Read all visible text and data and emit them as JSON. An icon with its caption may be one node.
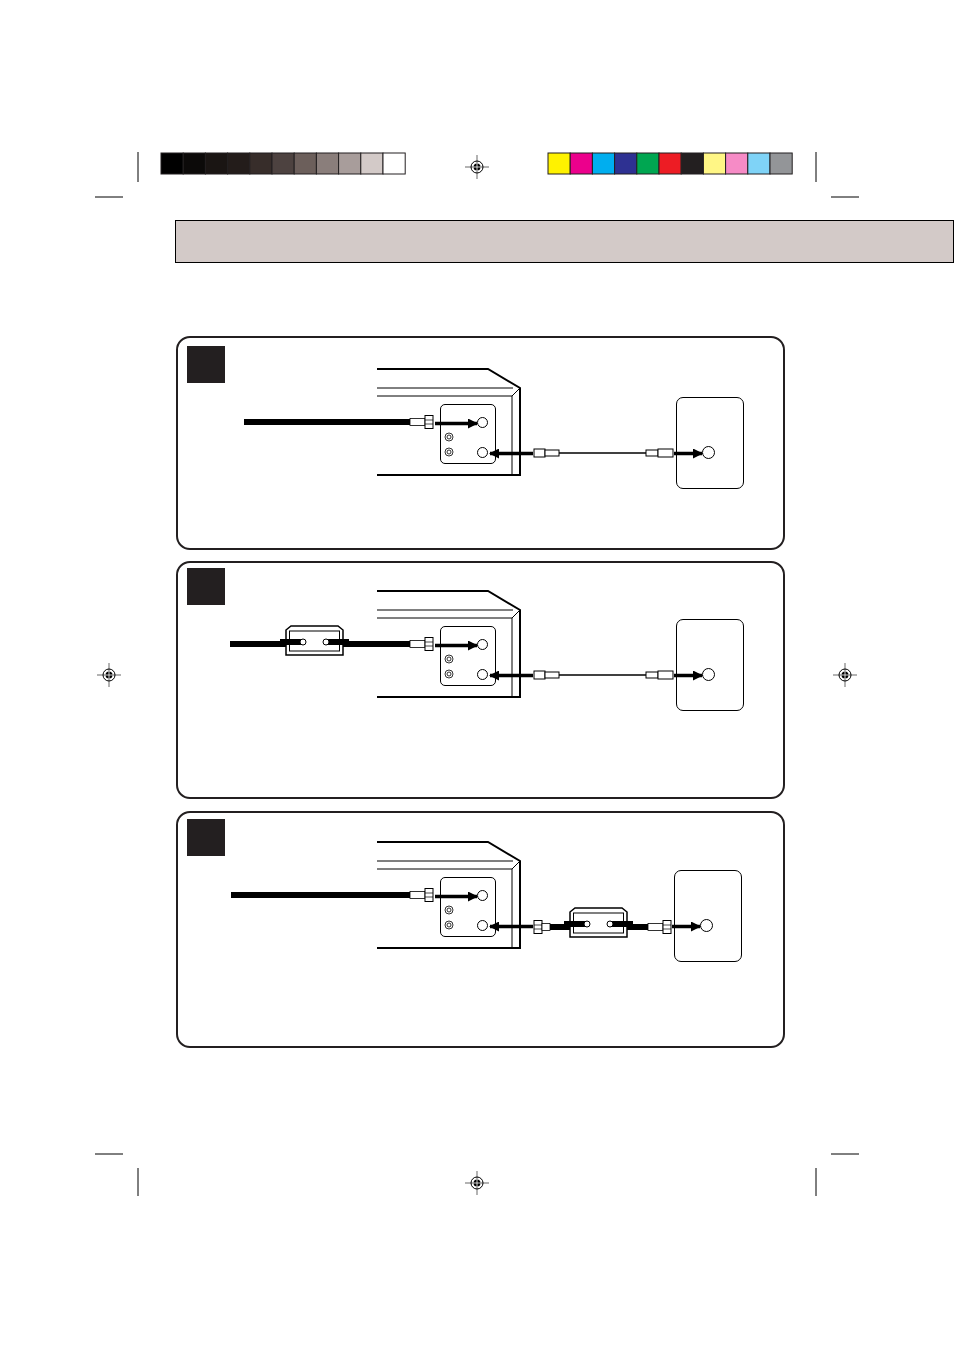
{
  "diagram": {
    "nodes": [
      {
        "text": [],
        "shape": "box"
      },
      {
        "text": [],
        "shape": "box"
      },
      {
        "text": [],
        "shape": "box",
        "in": 1
      },
      {
        "text": [],
        "shape": "box",
        "in": 1
      },
      {
        "text": [],
        "shape": "circle",
        "in": 3
      },
      {
        "text": [],
        "shape": "circle",
        "in": 3
      },
      {
        "text": [],
        "shape": "box",
        "in": 1
      },
      {
        "text": [],
        "shape": "circle",
        "in": 6
      },
      {
        "text": [],
        "shape": "cable",
        "in": 1
      },
      {
        "text": [],
        "shape": "cable",
        "in": 1
      },
      {
        "text": [],
        "shape": "box"
      },
      {
        "text": [],
        "shape": "box",
        "in": 10
      },
      {
        "text": [],
        "shape": "box",
        "in": 10
      },
      {
        "text": [],
        "shape": "circle",
        "in": 12
      },
      {
        "text": [],
        "shape": "circle",
        "in": 12
      },
      {
        "text": [],
        "shape": "box",
        "in": 10
      },
      {
        "text": [],
        "shape": "circle",
        "in": 15
      },
      {
        "text": [],
        "shape": "cable",
        "in": 10
      },
      {
        "text": [],
        "shape": "cable",
        "in": 10
      },
      {
        "text": [],
        "shape": "box"
      },
      {
        "text": [],
        "shape": "box",
        "in": 19
      },
      {
        "text": [],
        "shape": "box",
        "in": 19
      },
      {
        "text": [],
        "shape": "circle",
        "in": 21
      },
      {
        "text": [],
        "shape": "circle",
        "in": 21
      },
      {
        "text": [],
        "shape": "box",
        "in": 19
      },
      {
        "text": [],
        "shape": "circle",
        "in": 24
      },
      {
        "text": [],
        "shape": "cable",
        "in": 19
      },
      {
        "text": [],
        "shape": "cable",
        "in": 19
      }
    ],
    "edges": [
      {
        "from": 8,
        "to": 4,
        "arrow": "to"
      },
      {
        "from": 9,
        "to": 5,
        "arrow": "to"
      },
      {
        "from": 9,
        "to": 7,
        "arrow": "to"
      },
      {
        "from": 17,
        "to": 13,
        "arrow": "to"
      },
      {
        "from": 18,
        "to": 14,
        "arrow": "to"
      },
      {
        "from": 18,
        "to": 16,
        "arrow": "to"
      },
      {
        "from": 26,
        "to": 22,
        "arrow": "to"
      },
      {
        "from": 27,
        "to": 23,
        "arrow": "to"
      },
      {
        "from": 27,
        "to": 25,
        "arrow": "to"
      }
    ]
  }
}
